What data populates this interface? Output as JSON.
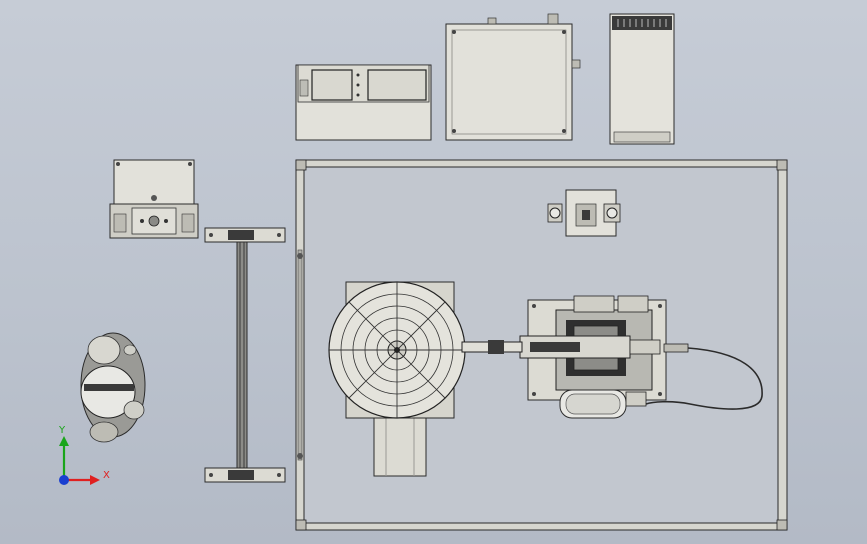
{
  "triad": {
    "y_label": "Y",
    "x_label": "X",
    "colors": {
      "x": "#e02020",
      "y": "#1aa51a",
      "z": "#1a3fd0"
    }
  },
  "colors": {
    "background": "#c1c8d2",
    "enclosure_fill": "#c2c7cf",
    "metal_light": "#e4e3dc",
    "metal_mid": "#cfcfc8",
    "outline": "#2b2b2b"
  },
  "components": [
    "controller-cabinet",
    "electrical-box",
    "power-supply-unit",
    "teach-pendant-stand",
    "sliding-rail",
    "safety-fence",
    "rotary-positioner",
    "welding-robot",
    "torch-cleaning-station",
    "wire-drum"
  ]
}
